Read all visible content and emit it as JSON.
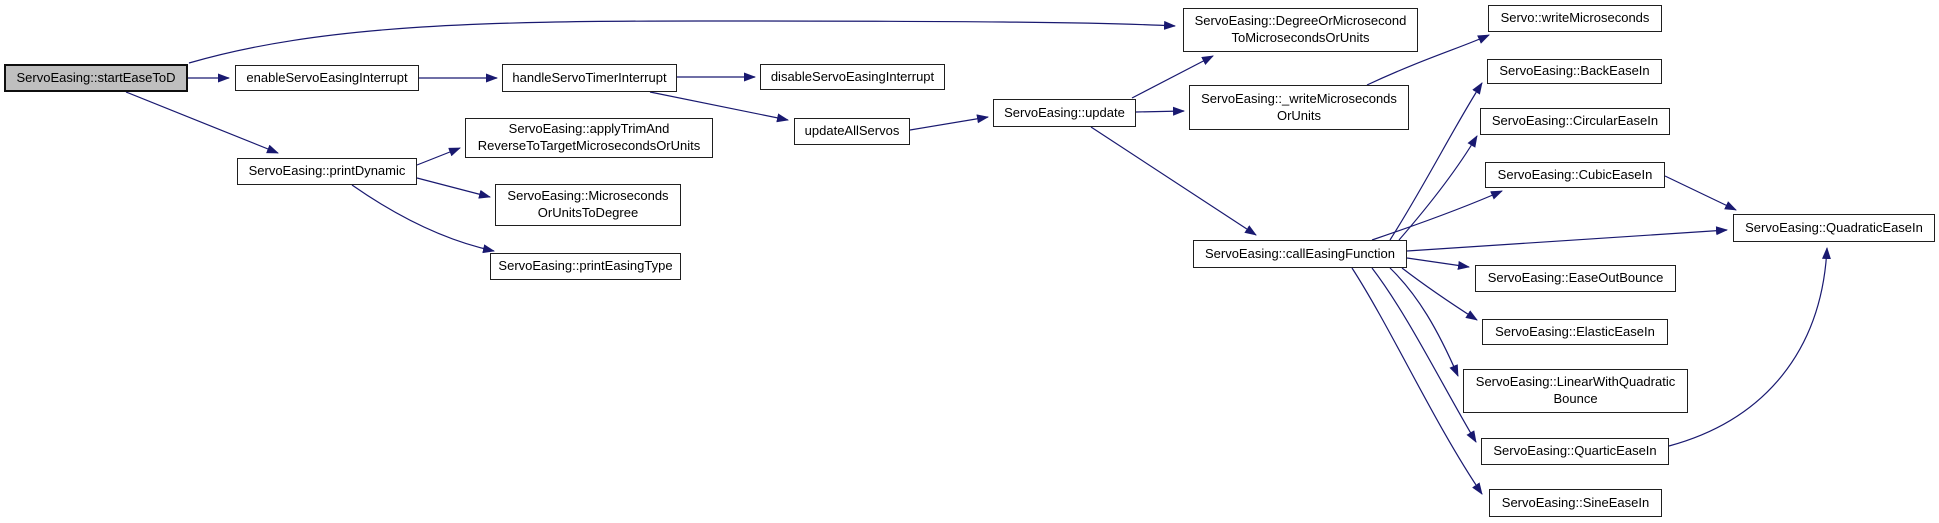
{
  "diagram": {
    "type": "call-graph",
    "focus_node": "startEaseToD",
    "colors": {
      "edge": "#191970",
      "node_border": "#1f1f1f",
      "node_fill": "#ffffff",
      "focus_fill": "#bfbfbf",
      "text": "#000000",
      "background": "#ffffff"
    }
  },
  "nodes": {
    "startEaseToD": {
      "label": "ServoEasing::startEaseToD",
      "focus": true
    },
    "enableServoEasingInterrupt": {
      "label": "enableServoEasingInterrupt"
    },
    "handleServoTimerInterrupt": {
      "label": "handleServoTimerInterrupt"
    },
    "disableServoEasingInterrupt": {
      "label": "disableServoEasingInterrupt"
    },
    "updateAllServos": {
      "label": "updateAllServos"
    },
    "printDynamic": {
      "label": "ServoEasing::printDynamic"
    },
    "applyTrimAndReverse": {
      "label": "ServoEasing::applyTrimAnd\nReverseToTargetMicrosecondsOrUnits"
    },
    "microsecondsOrUnitsToDegree": {
      "label": "ServoEasing::Microseconds\nOrUnitsToDegree"
    },
    "printEasingType": {
      "label": "ServoEasing::printEasingType"
    },
    "update": {
      "label": "ServoEasing::update"
    },
    "degreeOrMicrosecondToMicrosecondsOrUnits": {
      "label": "ServoEasing::DegreeOrMicrosecond\nToMicrosecondsOrUnits"
    },
    "writeMicrosecondsOrUnits": {
      "label": "ServoEasing::_writeMicroseconds\nOrUnits"
    },
    "callEasingFunction": {
      "label": "ServoEasing::callEasingFunction"
    },
    "servoWriteMicroseconds": {
      "label": "Servo::writeMicroseconds"
    },
    "backEaseIn": {
      "label": "ServoEasing::BackEaseIn"
    },
    "circularEaseIn": {
      "label": "ServoEasing::CircularEaseIn"
    },
    "cubicEaseIn": {
      "label": "ServoEasing::CubicEaseIn"
    },
    "quadraticEaseIn": {
      "label": "ServoEasing::QuadraticEaseIn"
    },
    "easeOutBounce": {
      "label": "ServoEasing::EaseOutBounce"
    },
    "elasticEaseIn": {
      "label": "ServoEasing::ElasticEaseIn"
    },
    "linearWithQuadraticBounce": {
      "label": "ServoEasing::LinearWithQuadratic\nBounce"
    },
    "quarticEaseIn": {
      "label": "ServoEasing::QuarticEaseIn"
    },
    "sineEaseIn": {
      "label": "ServoEasing::SineEaseIn"
    }
  },
  "edges": [
    {
      "from": "startEaseToD",
      "to": "enableServoEasingInterrupt"
    },
    {
      "from": "startEaseToD",
      "to": "printDynamic"
    },
    {
      "from": "startEaseToD",
      "to": "degreeOrMicrosecondToMicrosecondsOrUnits"
    },
    {
      "from": "enableServoEasingInterrupt",
      "to": "handleServoTimerInterrupt"
    },
    {
      "from": "handleServoTimerInterrupt",
      "to": "disableServoEasingInterrupt"
    },
    {
      "from": "handleServoTimerInterrupt",
      "to": "updateAllServos"
    },
    {
      "from": "updateAllServos",
      "to": "update"
    },
    {
      "from": "update",
      "to": "degreeOrMicrosecondToMicrosecondsOrUnits"
    },
    {
      "from": "update",
      "to": "writeMicrosecondsOrUnits"
    },
    {
      "from": "update",
      "to": "callEasingFunction"
    },
    {
      "from": "printDynamic",
      "to": "applyTrimAndReverse"
    },
    {
      "from": "printDynamic",
      "to": "microsecondsOrUnitsToDegree"
    },
    {
      "from": "printDynamic",
      "to": "printEasingType"
    },
    {
      "from": "writeMicrosecondsOrUnits",
      "to": "servoWriteMicroseconds"
    },
    {
      "from": "callEasingFunction",
      "to": "backEaseIn"
    },
    {
      "from": "callEasingFunction",
      "to": "circularEaseIn"
    },
    {
      "from": "callEasingFunction",
      "to": "cubicEaseIn"
    },
    {
      "from": "callEasingFunction",
      "to": "quadraticEaseIn"
    },
    {
      "from": "callEasingFunction",
      "to": "easeOutBounce"
    },
    {
      "from": "callEasingFunction",
      "to": "elasticEaseIn"
    },
    {
      "from": "callEasingFunction",
      "to": "linearWithQuadraticBounce"
    },
    {
      "from": "callEasingFunction",
      "to": "quarticEaseIn"
    },
    {
      "from": "callEasingFunction",
      "to": "sineEaseIn"
    },
    {
      "from": "cubicEaseIn",
      "to": "quadraticEaseIn"
    },
    {
      "from": "quarticEaseIn",
      "to": "quadraticEaseIn"
    }
  ]
}
